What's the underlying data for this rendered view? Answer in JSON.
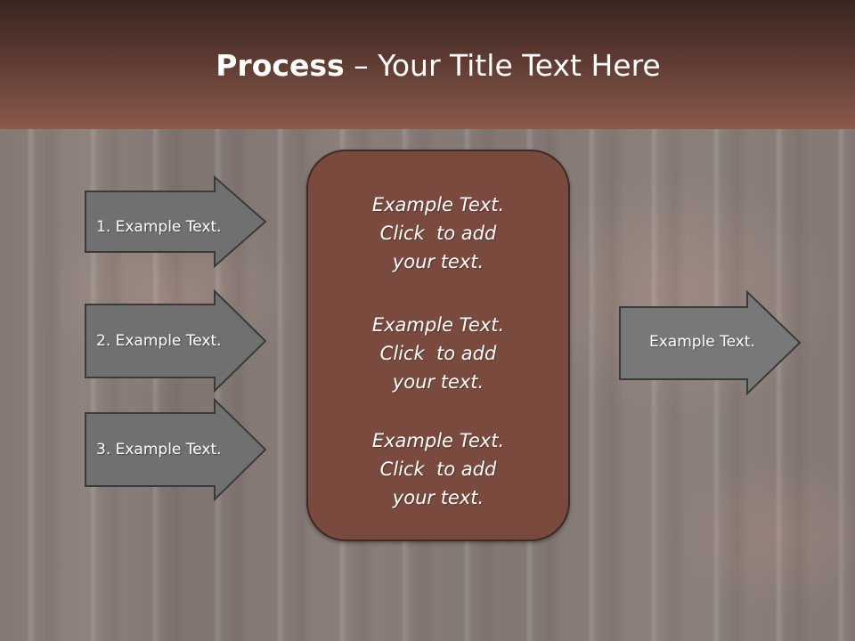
{
  "slide": {
    "title_bold": "Process",
    "title_rest": " – Your Title Text Here",
    "left_arrows": [
      {
        "label": "1. Example Text."
      },
      {
        "label": "2. Example Text."
      },
      {
        "label": "3. Example Text."
      }
    ],
    "center_box": {
      "paragraphs": [
        "Example Text.\nClick  to add\nyour text.",
        "Example Text.\nClick  to add\nyour text.",
        "Example Text.\nClick  to add\nyour text."
      ]
    },
    "right_arrow": {
      "label": "Example Text."
    }
  },
  "colors": {
    "header_top": "#3a2520",
    "header_bottom": "#8a5a4c",
    "arrow_fill": "#6e6e6e",
    "center_box_fill": "#7a4a3e"
  }
}
